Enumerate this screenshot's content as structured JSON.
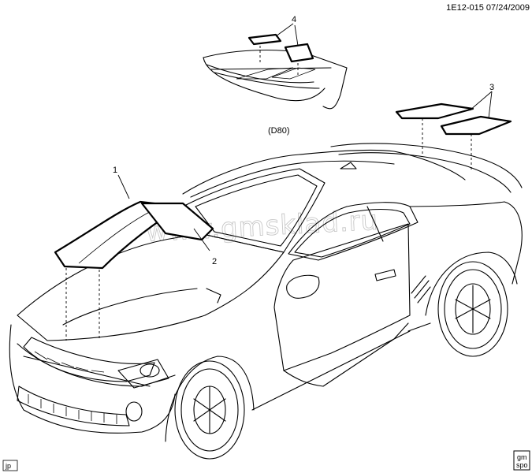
{
  "header": {
    "id_date": "1E12-015  07/24/2009"
  },
  "watermark": {
    "text": "www.gmsklad.ru"
  },
  "callouts": [
    {
      "id": "callout-1",
      "label": "1"
    },
    {
      "id": "callout-2",
      "label": "2"
    },
    {
      "id": "callout-3",
      "label": "3"
    },
    {
      "id": "callout-4",
      "label": "4"
    }
  ],
  "option_code": "(D80)",
  "footer": {
    "left_tag": "jp",
    "right_badge_line1": "gm",
    "right_badge_line2": "spo"
  }
}
